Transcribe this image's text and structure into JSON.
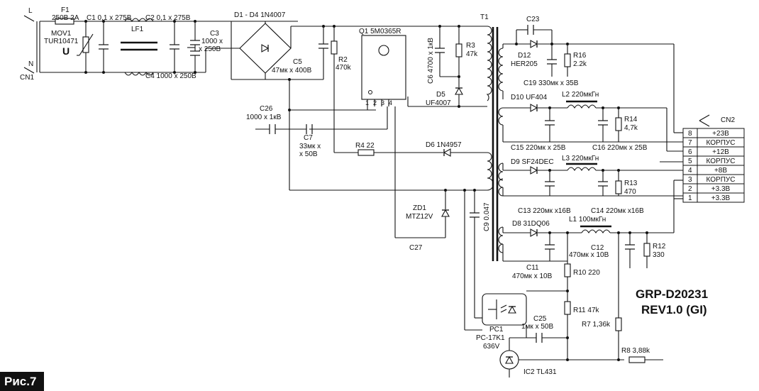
{
  "figure_label": "Рис.7",
  "board_title": {
    "line1": "GRP-D20231",
    "line2": "REV1.0 (GI)"
  },
  "input": {
    "L": "L",
    "N": "N",
    "connector": "CN1"
  },
  "components": {
    "F1": {
      "ref": "F1",
      "value": "250В 2А"
    },
    "MOV1": {
      "ref": "MOV1",
      "value": "TUR10471"
    },
    "U_mark": "U",
    "C1": "C1 0,1 х 275В",
    "C2": "C2 0,1 х 275В",
    "LF1": "LF1",
    "C3": {
      "ref": "C3",
      "v1": "1000 х",
      "v2": "х 250В"
    },
    "C4": "C4 1000 х 250В",
    "D1D4": "D1 - D4  1N4007",
    "C5": {
      "ref": "C5",
      "value": "47мк х 400В"
    },
    "R2": {
      "ref": "R2",
      "value": "470k"
    },
    "Q1": "Q1 5M0365R",
    "Q1_pins": [
      "1",
      "2",
      "3",
      "4"
    ],
    "C6": "C6 4700 х 1кВ",
    "R3": {
      "ref": "R3",
      "value": "47k"
    },
    "D5": {
      "ref": "D5",
      "value": "UF4007"
    },
    "T1": "T1",
    "C23": "C23",
    "D12": {
      "ref": "D12",
      "value": "HER205"
    },
    "R16": {
      "ref": "R16",
      "value": "2.2k"
    },
    "C19": "C19 330мк х 35В",
    "D10": "D10 UF404",
    "L2": "L2 220мкГн",
    "R14": {
      "ref": "R14",
      "value": "4,7k"
    },
    "C15": "C15 220мк х 25В",
    "C16": "C16 220мк х 25В",
    "D9": "D9  SF24DEC",
    "L3": "L3 220мкГн",
    "R13": {
      "ref": "R13",
      "value": "470"
    },
    "C13": "C13 220мк х16В",
    "C14": "C14 220мк х16В",
    "D8": "D8 31DQ06",
    "L1": "L1 100мкГн",
    "C12": {
      "ref": "C12",
      "value": "470мк х 10В"
    },
    "R12": {
      "ref": "R12",
      "value": "330"
    },
    "C11": {
      "ref": "C11",
      "value": "470мк х 10В"
    },
    "R10": "R10 220",
    "R11": "R11 47k",
    "C25": {
      "ref": "C25",
      "value": "1мк х 50В"
    },
    "R7": "R7 1,36k",
    "R8": "R8 3,88k",
    "PC1": {
      "ref": "PC1",
      "value": "PC-17K1",
      "extra": "636V"
    },
    "IC2": "IC2 TL431",
    "C26": {
      "ref": "C26",
      "value": "1000 х 1кВ"
    },
    "C7": {
      "ref": "C7",
      "v1": "33мк х",
      "v2": "х 50В"
    },
    "R4": "R4 22",
    "D6": "D6 1N4957",
    "ZD1": {
      "ref": "ZD1",
      "value": "MTZ12V"
    },
    "C9": "C9 0.047",
    "C27": "C27"
  },
  "connector_cn2": {
    "ref": "CN2",
    "pins": [
      {
        "num": "8",
        "label": "+23В"
      },
      {
        "num": "7",
        "label": "КОРПУС"
      },
      {
        "num": "6",
        "label": "+12В"
      },
      {
        "num": "5",
        "label": "КОРПУС"
      },
      {
        "num": "4",
        "label": "+8В"
      },
      {
        "num": "3",
        "label": "КОРПУС"
      },
      {
        "num": "2",
        "label": "+3.3В"
      },
      {
        "num": "1",
        "label": "+3.3В"
      }
    ]
  }
}
